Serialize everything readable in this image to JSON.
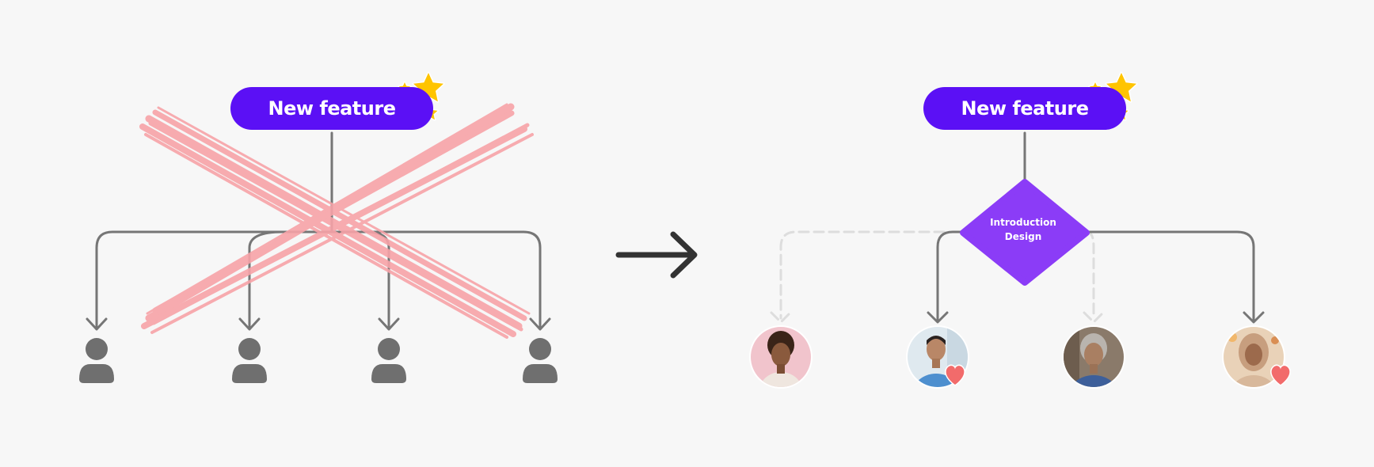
{
  "left_diagram": {
    "badge_label": "New feature",
    "recipients": [
      "user-icon",
      "user-icon",
      "user-icon",
      "user-icon"
    ],
    "crossed_out": true
  },
  "transition": {
    "icon": "arrow-right-icon"
  },
  "right_diagram": {
    "badge_label": "New feature",
    "decision_label_line1": "Introduction",
    "decision_label_line2": "Design",
    "recipients": [
      {
        "icon": "avatar-woman-pink-background",
        "connector": "dashed",
        "heart": false
      },
      {
        "icon": "avatar-man-blue-shirt",
        "connector": "solid",
        "heart": true
      },
      {
        "icon": "avatar-older-woman",
        "connector": "dashed",
        "heart": false
      },
      {
        "icon": "avatar-woman-headscarf",
        "connector": "solid",
        "heart": true
      }
    ]
  },
  "colors": {
    "accent_purple": "#5b10f5",
    "diamond_purple": "#8b3cf7",
    "line_gray": "#767676",
    "dashed_gray": "#dddddd",
    "icon_gray": "#6f6f6f",
    "cross_pink": "#f7a3a8",
    "star_yellow": "#ffc400",
    "heart_coral": "#f26b6b"
  }
}
